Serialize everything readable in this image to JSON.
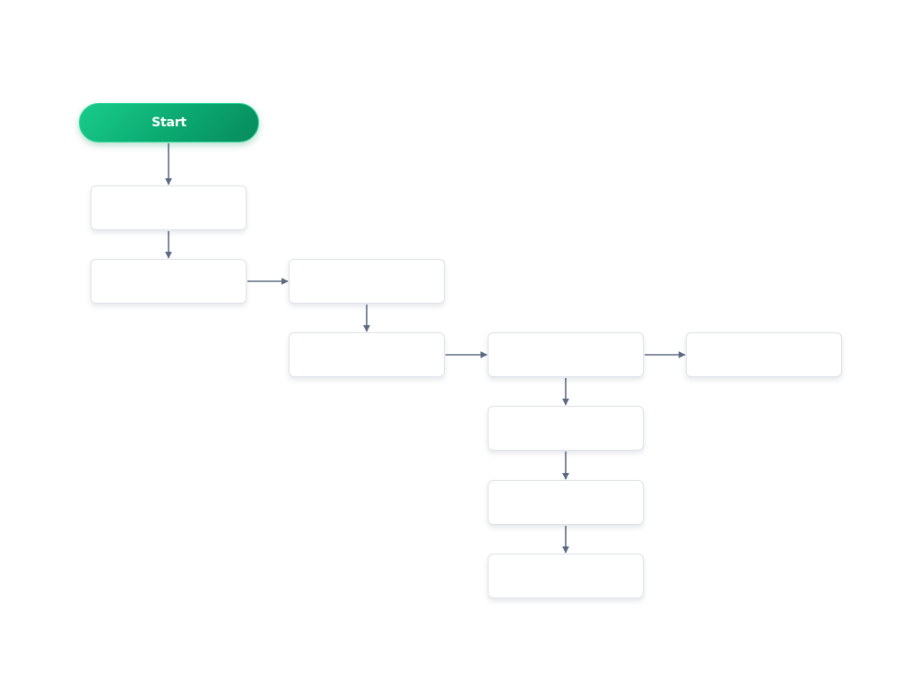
{
  "flowchart": {
    "start": {
      "label": "Start"
    },
    "steps": [
      {
        "id": "step-1",
        "label": ""
      },
      {
        "id": "step-2",
        "label": ""
      },
      {
        "id": "step-3",
        "label": ""
      },
      {
        "id": "step-4",
        "label": ""
      },
      {
        "id": "step-5",
        "label": ""
      },
      {
        "id": "step-6",
        "label": ""
      },
      {
        "id": "step-7",
        "label": ""
      },
      {
        "id": "step-8",
        "label": ""
      },
      {
        "id": "step-9",
        "label": ""
      }
    ],
    "edges": [
      {
        "from": "start",
        "to": "step-1"
      },
      {
        "from": "step-1",
        "to": "step-2"
      },
      {
        "from": "step-2",
        "to": "step-3"
      },
      {
        "from": "step-3",
        "to": "step-4"
      },
      {
        "from": "step-4",
        "to": "step-5"
      },
      {
        "from": "step-5",
        "to": "step-6"
      },
      {
        "from": "step-5",
        "to": "step-7"
      },
      {
        "from": "step-7",
        "to": "step-8"
      },
      {
        "from": "step-8",
        "to": "step-9"
      }
    ]
  },
  "colors": {
    "start_fill": "#0ba870",
    "start_text": "#ffffff",
    "node_border": "#dde2ea",
    "connector": "#5d6b82",
    "background": "#ffffff"
  }
}
